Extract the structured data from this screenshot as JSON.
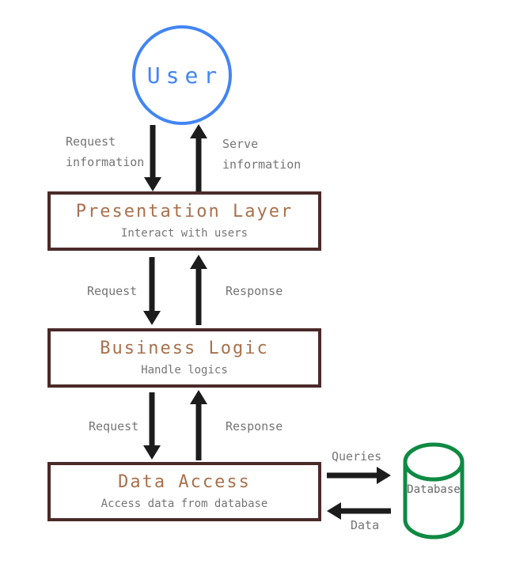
{
  "colors": {
    "blue": "#4285f4",
    "border-brown": "#4a2a28",
    "title-brown": "#a8714d",
    "muted": "#757575",
    "arrow": "#1c1c1c",
    "green": "#0e8a43"
  },
  "diagram": {
    "user": {
      "label": "User"
    },
    "layers": [
      {
        "title": "Presentation Layer",
        "subtitle": "Interact with users"
      },
      {
        "title": "Business Logic",
        "subtitle": "Handle logics"
      },
      {
        "title": "Data Access",
        "subtitle": "Access data from database"
      }
    ],
    "edges": {
      "user_down": "Request\ninformation",
      "user_up": "Serve\ninformation",
      "pres_down": "Request",
      "pres_up": "Response",
      "biz_down": "Request",
      "biz_up": "Response",
      "db_query": "Queries",
      "db_data": "Data"
    },
    "database": {
      "label": "Database"
    }
  }
}
